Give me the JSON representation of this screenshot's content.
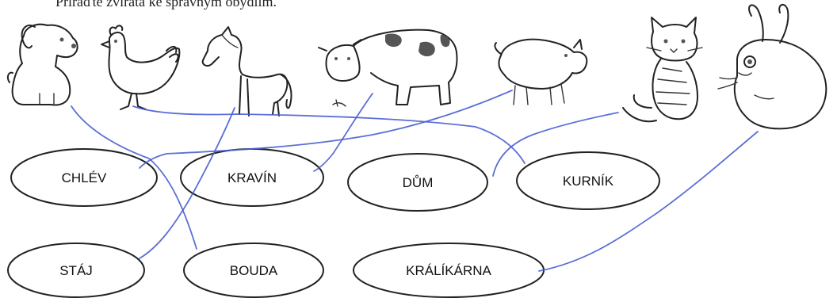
{
  "instruction": "Přiřaďte zvířata ke správným obydlím.",
  "animals": [
    {
      "id": "dog",
      "icon": "dog-icon"
    },
    {
      "id": "hen",
      "icon": "hen-icon"
    },
    {
      "id": "horse",
      "icon": "horse-icon"
    },
    {
      "id": "cow",
      "icon": "cow-icon"
    },
    {
      "id": "pig",
      "icon": "pig-icon"
    },
    {
      "id": "cat",
      "icon": "cat-icon"
    },
    {
      "id": "rabbit",
      "icon": "rabbit-icon"
    }
  ],
  "homes": [
    {
      "id": "chlev",
      "label": "CHLÉV"
    },
    {
      "id": "kravin",
      "label": "KRAVÍN"
    },
    {
      "id": "dum",
      "label": "DŮM"
    },
    {
      "id": "kurnik",
      "label": "KURNÍK"
    },
    {
      "id": "staj",
      "label": "STÁJ"
    },
    {
      "id": "bouda",
      "label": "BOUDA"
    },
    {
      "id": "kralikarna",
      "label": "KRÁLÍKÁRNA"
    }
  ],
  "connections": [
    {
      "animal": "dog",
      "home": "bouda"
    },
    {
      "animal": "hen",
      "home": "kurnik"
    },
    {
      "animal": "horse",
      "home": "staj"
    },
    {
      "animal": "cow",
      "home": "kravin"
    },
    {
      "animal": "pig",
      "home": "chlev"
    },
    {
      "animal": "cat",
      "home": "dum"
    },
    {
      "animal": "rabbit",
      "home": "kralikarna"
    }
  ],
  "colors": {
    "pen": "#4a5fd0",
    "ink": "#222222"
  }
}
